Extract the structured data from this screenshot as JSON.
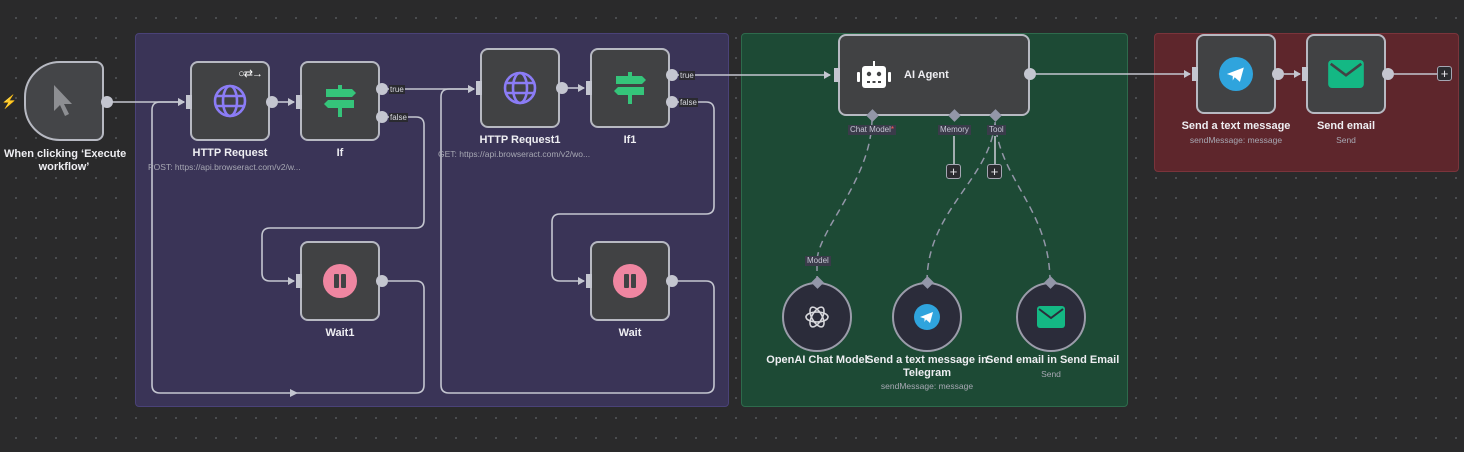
{
  "canvas": {
    "trigger_indicator": "lightning-bolt"
  },
  "stickies": [
    {
      "name": "loop-group",
      "color": "#3a3457"
    },
    {
      "name": "ai-group",
      "color": "#1d4a35"
    },
    {
      "name": "notify-group",
      "color": "#5e262c"
    }
  ],
  "nodes": {
    "trigger": {
      "title": "When clicking ‘Execute workflow’",
      "title_line1": "When clicking ‘Execute",
      "title_line2": "workflow’",
      "icon": "cursor-pointer"
    },
    "http1": {
      "title": "HTTP Request",
      "subtitle": "POST: https://api.browseract.com/v2/w...",
      "icon": "globe",
      "badge": "retry-loop-arrow"
    },
    "if": {
      "title": "If",
      "icon": "signpost",
      "outputs": [
        "true",
        "false"
      ]
    },
    "wait1": {
      "title": "Wait1",
      "icon": "pause"
    },
    "http2": {
      "title": "HTTP Request1",
      "subtitle": "GET: https://api.browseract.com/v2/wo...",
      "icon": "globe"
    },
    "if1": {
      "title": "If1",
      "icon": "signpost",
      "outputs": [
        "true",
        "false"
      ]
    },
    "wait": {
      "title": "Wait",
      "icon": "pause"
    },
    "agent": {
      "title": "AI Agent",
      "icon": "robot",
      "inputs": [
        "Chat Model",
        "Memory",
        "Tool"
      ],
      "required_marker": "*"
    },
    "openai": {
      "title": "OpenAI Chat Model",
      "icon": "openai",
      "input": "Model"
    },
    "tg_tool": {
      "title_line1": "Send a text message in",
      "title_line2": "Telegram",
      "subtitle": "sendMessage: message",
      "icon": "telegram"
    },
    "mail_tool": {
      "title": "Send email in Send Email",
      "subtitle": "Send",
      "icon": "email"
    },
    "tg": {
      "title": "Send a text message",
      "subtitle": "sendMessage: message",
      "icon": "telegram"
    },
    "mail": {
      "title": "Send email",
      "subtitle": "Send",
      "icon": "email"
    }
  },
  "buttons": {
    "add": "+"
  },
  "colors": {
    "globe": "#8b7cf6",
    "signpost": "#35c47a",
    "pause": "#ef86a1",
    "telegram": "#2fa4dd",
    "email": "#14b884",
    "edge": "#c4c6d0"
  }
}
